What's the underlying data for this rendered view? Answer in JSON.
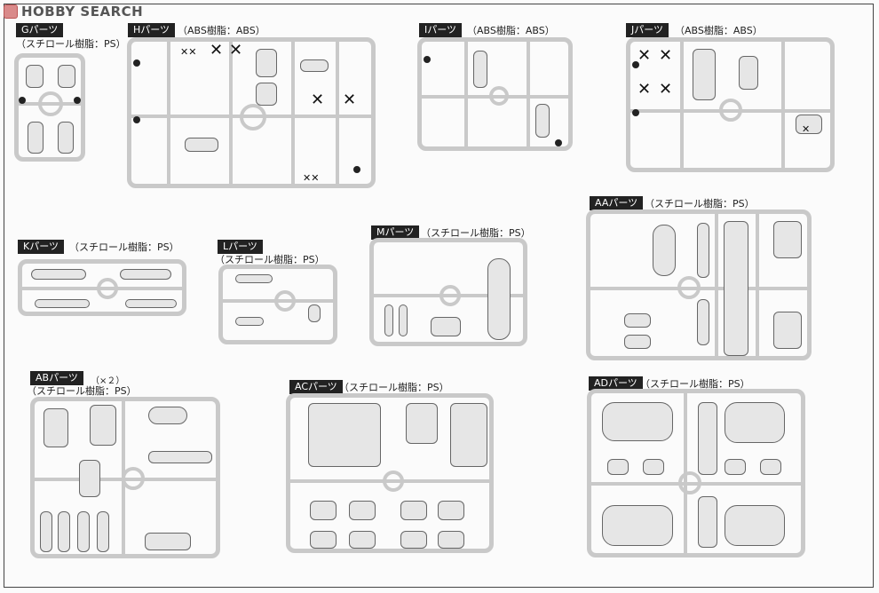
{
  "brand": {
    "name": "HOBBY SEARCH"
  },
  "sprues": [
    {
      "id": "G",
      "label": "Gパーツ",
      "material": "（スチロール樹脂：PS）"
    },
    {
      "id": "H",
      "label": "Hパーツ",
      "material": "（ABS樹脂：ABS）"
    },
    {
      "id": "I",
      "label": "Iパーツ",
      "material": "（ABS樹脂：ABS）"
    },
    {
      "id": "J",
      "label": "Jパーツ",
      "material": "（ABS樹脂：ABS）"
    },
    {
      "id": "K",
      "label": "Kパーツ",
      "material": "（スチロール樹脂：PS）"
    },
    {
      "id": "L",
      "label": "Lパーツ",
      "material": "（スチロール樹脂：PS）"
    },
    {
      "id": "M",
      "label": "Mパーツ",
      "material": "（スチロール樹脂：PS）"
    },
    {
      "id": "AA",
      "label": "AAパーツ",
      "material": "（スチロール樹脂：PS）"
    },
    {
      "id": "AB",
      "label": "ABパーツ",
      "multiplier": "（×２）",
      "material": "（スチロール樹脂：PS）"
    },
    {
      "id": "AC",
      "label": "ACパーツ",
      "material": "（スチロール樹脂：PS）"
    },
    {
      "id": "AD",
      "label": "ADパーツ",
      "material": "（スチロール樹脂：PS）"
    }
  ],
  "icons": {
    "unused_mark": "cross-mark-icon",
    "logo": "hobby-search-logo-icon"
  }
}
